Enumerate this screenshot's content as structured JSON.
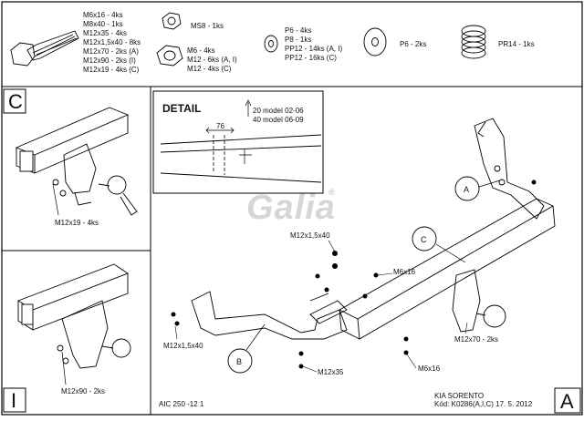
{
  "hardware": {
    "bolt_list": [
      "M6x16 - 4ks",
      "M8x40 - 1ks",
      "M12x35 - 4ks",
      "M12x1,5x40 - 8ks",
      "M12x70 - 2ks (A)",
      "M12x90 - 2ks (I)",
      "M12x19 - 4ks (C)"
    ],
    "nut_ms8": "MS8 - 1ks",
    "nut_list": [
      "M6 - 4ks",
      "M12 - 6ks (A, I)",
      "M12 - 4ks (C)"
    ],
    "washer_p_list": [
      "P6 - 4ks",
      "P8 - 1ks",
      "PP12 - 14ks (A, I)",
      "PP12 - 16ks (C)"
    ],
    "washer_p6": "P6 - 2ks",
    "spring_pr14": "PR14 - 1ks"
  },
  "panel_c": {
    "letter": "C",
    "bolt_label": "M12x19 - 4ks"
  },
  "panel_i": {
    "letter": "I",
    "bolt_label": "M12x90 - 2ks"
  },
  "detail": {
    "title": "DETAIL",
    "dimension": "76",
    "model_1": "20 model 02-06",
    "model_2": "40 model 06-09"
  },
  "main": {
    "logo": "Galia",
    "logo_mark": "®",
    "callout_a": "A",
    "callout_b": "B",
    "callout_c": "C",
    "label_m12x1540_top": "M12x1,5x40",
    "label_m6x16_top": "M6x16",
    "label_m12x1540_left": "M12x1,5x40",
    "label_m12x35": "M12x35",
    "label_m12x70": "M12x70 - 2ks",
    "label_m6x16_bottom": "M6x16"
  },
  "footer": {
    "drawing_no": "AIC 250 -12 1",
    "vehicle": "KIA SORENTO",
    "code": "Kód: K0286(A,I,C)  17. 5. 2012",
    "corner_letter": "A"
  }
}
